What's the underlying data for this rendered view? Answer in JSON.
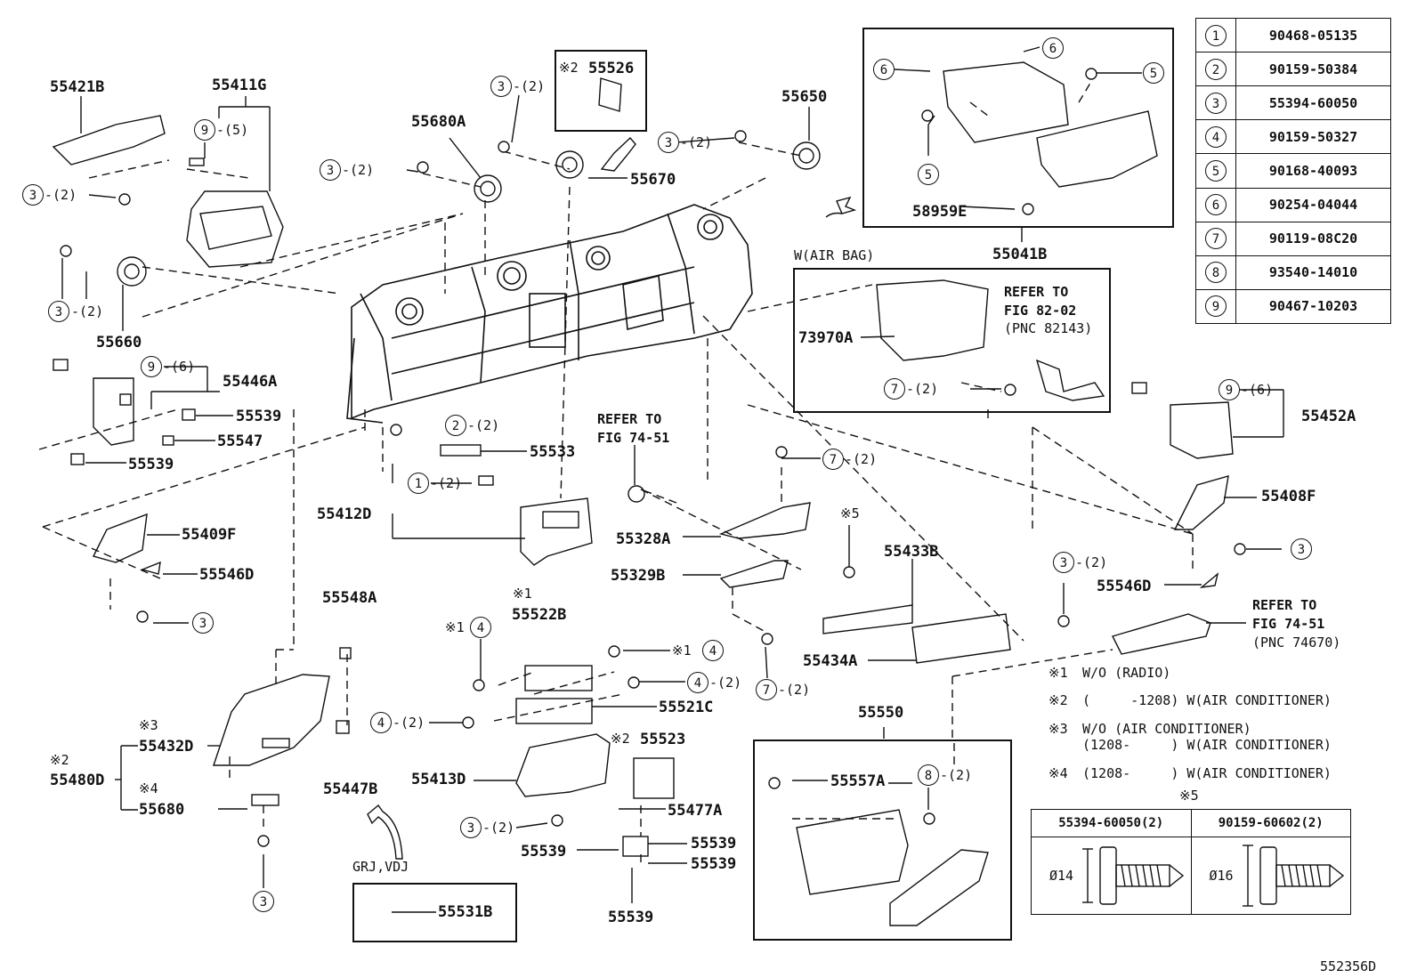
{
  "diagram_id": "552356D",
  "parts_table": [
    {
      "num": "1",
      "part": "90468-05135"
    },
    {
      "num": "2",
      "part": "90159-50384"
    },
    {
      "num": "3",
      "part": "55394-60050"
    },
    {
      "num": "4",
      "part": "90159-50327"
    },
    {
      "num": "5",
      "part": "90168-40093"
    },
    {
      "num": "6",
      "part": "90254-04044"
    },
    {
      "num": "7",
      "part": "90119-08C20"
    },
    {
      "num": "8",
      "part": "93540-14010"
    },
    {
      "num": "9",
      "part": "90467-10203"
    }
  ],
  "labels": {
    "p55421B": "55421B",
    "p55411G": "55411G",
    "p55680A": "55680A",
    "p55526": "55526",
    "p55670": "55670",
    "p55650": "55650",
    "p55660": "55660",
    "p55446A": "55446A",
    "p55539a": "55539",
    "p55547": "55547",
    "p55539b": "55539",
    "p55533": "55533",
    "p55412D": "55412D",
    "p55409F": "55409F",
    "p55546D_l": "55546D",
    "p55548A": "55548A",
    "p55522B": "55522B",
    "p55521C": "55521C",
    "p55523": "55523",
    "p55413D": "55413D",
    "p55477A": "55477A",
    "p55539c": "55539",
    "p55539d": "55539",
    "p55539e": "55539",
    "p55539f": "55539",
    "p55432D": "55432D",
    "p55480D": "55480D",
    "p55680": "55680",
    "p55447B": "55447B",
    "p55531B": "55531B",
    "p55328A": "55328A",
    "p55329B": "55329B",
    "p55433B": "55433B",
    "p55434A": "55434A",
    "p55550": "55550",
    "p55557A": "55557A",
    "p58959E": "58959E",
    "p55041B": "55041B",
    "p73970A": "73970A",
    "p55452A": "55452A",
    "p55408F": "55408F",
    "p55546D_r": "55546D"
  },
  "qty": {
    "q2": "-(2)",
    "q5": "-(5)",
    "q6": "-(6)"
  },
  "marks": {
    "m1": "※1",
    "m2": "※2",
    "m3": "※3",
    "m4": "※4",
    "m5": "※5"
  },
  "refs": {
    "ref_fig_74_51_a_1": "REFER TO",
    "ref_fig_74_51_a_2": "FIG 74-51",
    "ref_fig_82_02_1": "REFER TO",
    "ref_fig_82_02_2": "FIG 82-02",
    "ref_fig_82_02_3": "(PNC 82143)",
    "ref_fig_74_51_b_1": "REFER TO",
    "ref_fig_74_51_b_2": "FIG 74-51",
    "ref_fig_74_51_b_3": "(PNC 74670)"
  },
  "captions": {
    "w_air_bag": "W(AIR BAG)",
    "grj_vdj": "GRJ,VDJ"
  },
  "legend": [
    {
      "mark": "※1",
      "text": "W/O (RADIO)"
    },
    {
      "mark": "※2",
      "text": "(     -1208) W(AIR CONDITIONER)"
    },
    {
      "mark": "※3",
      "text": "W/O (AIR CONDITIONER)"
    },
    {
      "mark": "",
      "text": "(1208-     ) W(AIR CONDITIONER)"
    },
    {
      "mark": "※4",
      "text": "(1208-     ) W(AIR CONDITIONER)"
    }
  ],
  "bolt_table": {
    "mark": "※5",
    "headers": [
      "55394-60050(2)",
      "90159-60602(2)"
    ],
    "diameters": [
      "Ø14",
      "Ø16"
    ]
  }
}
